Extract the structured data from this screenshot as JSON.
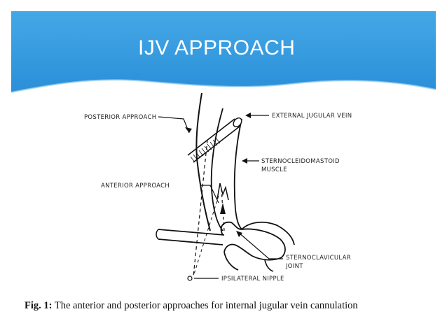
{
  "slide": {
    "title": "IJV APPROACH",
    "theme_colors": {
      "header_top": "#3fa3e3",
      "header_bottom": "#2a8ed8",
      "background": "#ffffff"
    }
  },
  "diagram": {
    "labels": {
      "posterior_approach": "POSTERIOR APPROACH",
      "external_jugular_vein": "EXTERNAL JUGULAR VEIN",
      "sternocleidomastoid_line1": "STERNOCLEIDOMASTOID",
      "sternocleidomastoid_line2": "MUSCLE",
      "anterior_approach": "ANTERIOR APPROACH",
      "sternoclavicular_line1": "STERNOCLAVICULAR",
      "sternoclavicular_line2": "JOINT",
      "ipsilateral_nipple": "IPSILATERAL NIPPLE"
    },
    "caption": {
      "figure_number": "Fig. 1:",
      "text": "The anterior and posterior approaches for internal jugular vein cannulation"
    }
  }
}
